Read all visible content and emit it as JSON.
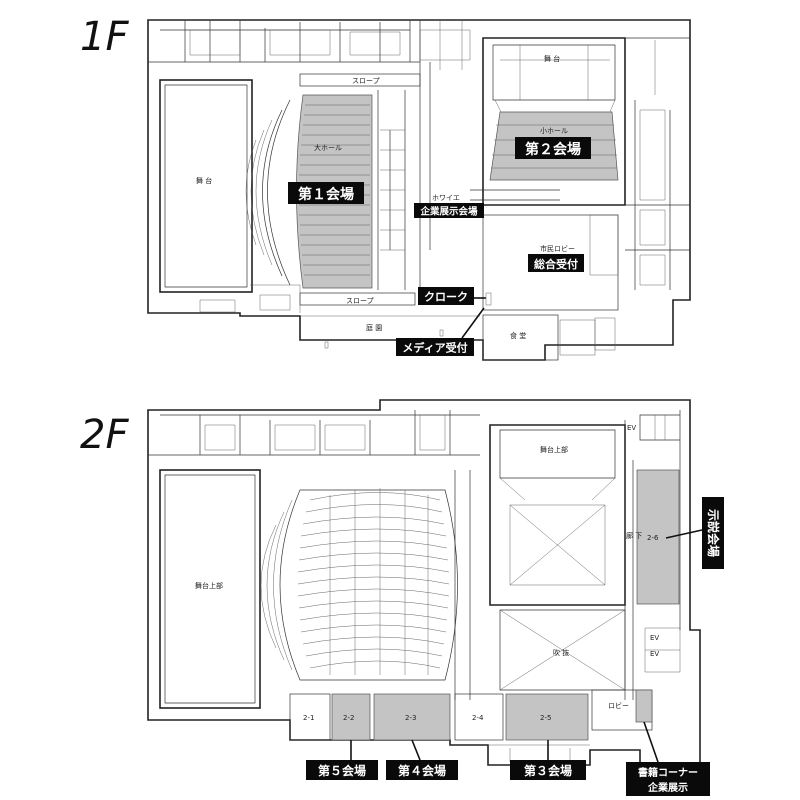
{
  "floors": {
    "f1": {
      "label": "1F",
      "rooms": {
        "stage": "舞 台",
        "small_stage": "舞 台",
        "slope_top": "スロープ",
        "slope_bottom": "スロープ",
        "large_hall": "大ホール",
        "small_hall": "小ホール",
        "foyer": "ホワイエ",
        "lobby": "市民ロビー",
        "garden": "庭 園",
        "cafeteria": "食 堂"
      },
      "tags": {
        "venue1": "第１会場",
        "venue2": "第２会場",
        "exhibit": "企業展示会場",
        "reception": "総合受付",
        "cloak": "クローク",
        "media": "メディア受付"
      }
    },
    "f2": {
      "label": "2F",
      "rooms": {
        "stage_upper": "舞台上部",
        "small_stage_upper": "舞台上部",
        "atrium": "吹 抜",
        "corridor": "廊 下",
        "lobby": "ロビー",
        "ev1": "EV",
        "ev2": "EV",
        "ev3": "EV",
        "r21": "2-1",
        "r22": "2-2",
        "r23": "2-3",
        "r24": "2-4",
        "r25": "2-5",
        "r26": "2-6"
      },
      "tags": {
        "venue5": "第５会場",
        "venue4": "第４会場",
        "venue3": "第３会場",
        "poster": "示説会場",
        "books_line1": "書籍コーナー",
        "books_line2": "企業展示"
      }
    }
  },
  "colors": {
    "highlight": "#c4c4c4",
    "tag_bg": "#0a0a0a",
    "tag_text": "#ffffff",
    "line": "#222222"
  }
}
